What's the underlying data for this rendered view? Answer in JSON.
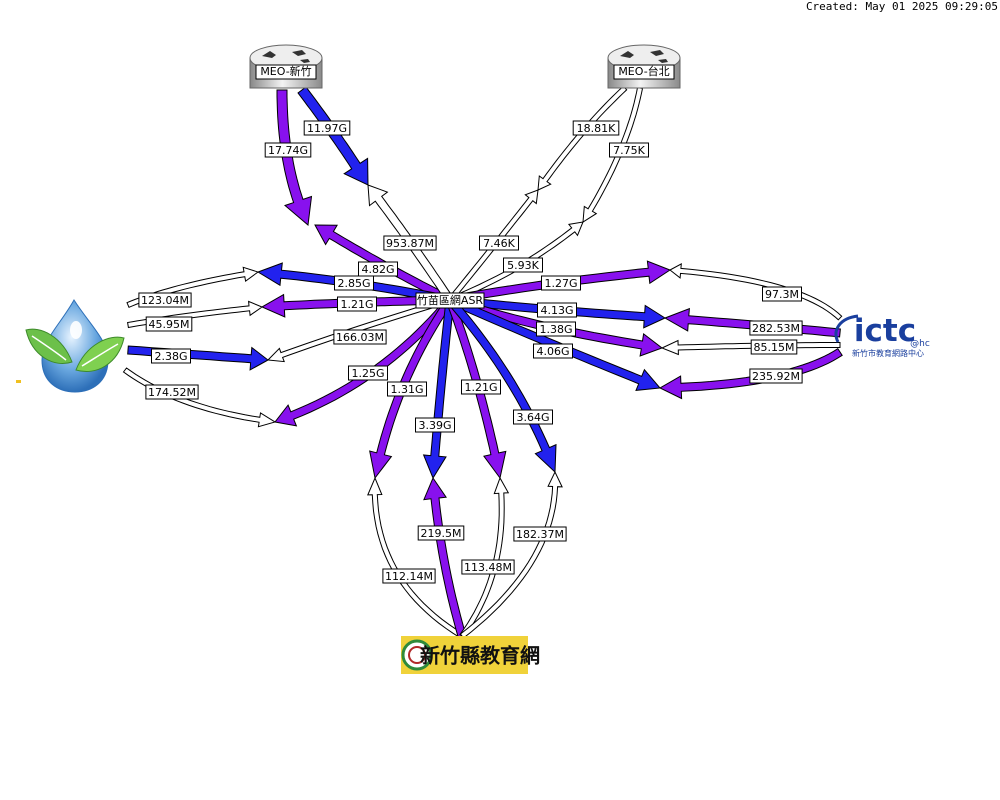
{
  "created": "Created: May 01 2025 09:29:05",
  "nodes": {
    "hub": "竹苗區網ASR",
    "meo_hsinchu": "MEO-新竹",
    "meo_taipei": "MEO-台北",
    "county_edu": "新竹縣教育網",
    "ictc_main": "ictc",
    "ictc_sup": "@hc",
    "ictc_sub": "新竹市教育網路中心"
  },
  "colors": {
    "blue": "#2222ee",
    "purple": "#8811ee",
    "white": "#ffffff",
    "outline": "#000000"
  },
  "links": [
    {
      "id": "meo-hc-in",
      "color": "purple",
      "label": "17.74G"
    },
    {
      "id": "meo-hc-out",
      "color": "blue",
      "label": "11.97G"
    },
    {
      "id": "meo-hc-hub-a",
      "color": "purple",
      "label": "4.82G"
    },
    {
      "id": "meo-hc-hub-b",
      "color": "white",
      "label": "953.87M"
    },
    {
      "id": "meo-tp-a",
      "color": "white",
      "label": "18.81K"
    },
    {
      "id": "meo-tp-b",
      "color": "white",
      "label": "7.75K"
    },
    {
      "id": "meo-tp-c",
      "color": "white",
      "label": "7.46K"
    },
    {
      "id": "meo-tp-d",
      "color": "white",
      "label": "5.93K"
    },
    {
      "id": "left-1",
      "color": "white",
      "label": "123.04M"
    },
    {
      "id": "left-1h",
      "color": "blue",
      "label": "2.85G"
    },
    {
      "id": "left-2",
      "color": "white",
      "label": "45.95M"
    },
    {
      "id": "left-2h",
      "color": "purple",
      "label": "1.21G"
    },
    {
      "id": "left-3",
      "color": "blue",
      "label": "2.38G"
    },
    {
      "id": "left-3h",
      "color": "white",
      "label": "166.03M"
    },
    {
      "id": "left-4",
      "color": "white",
      "label": "174.52M"
    },
    {
      "id": "left-4h",
      "color": "purple",
      "label": "1.25G"
    },
    {
      "id": "right-1",
      "color": "purple",
      "label": "1.27G"
    },
    {
      "id": "right-1o",
      "color": "white",
      "label": "97.3M"
    },
    {
      "id": "right-2",
      "color": "blue",
      "label": "4.13G"
    },
    {
      "id": "right-2o",
      "color": "purple",
      "label": "282.53M"
    },
    {
      "id": "right-3",
      "color": "purple",
      "label": "1.38G"
    },
    {
      "id": "right-3o",
      "color": "white",
      "label": "85.15M"
    },
    {
      "id": "right-4",
      "color": "blue",
      "label": "4.06G"
    },
    {
      "id": "right-4o",
      "color": "purple",
      "label": "235.92M"
    },
    {
      "id": "down-1",
      "color": "purple",
      "label": "1.31G"
    },
    {
      "id": "down-1o",
      "color": "white",
      "label": "112.14M"
    },
    {
      "id": "down-2",
      "color": "blue",
      "label": "3.39G"
    },
    {
      "id": "down-2o",
      "color": "purple",
      "label": "219.5M"
    },
    {
      "id": "down-3",
      "color": "purple",
      "label": "1.21G"
    },
    {
      "id": "down-3o",
      "color": "white",
      "label": "113.48M"
    },
    {
      "id": "down-4",
      "color": "blue",
      "label": "3.64G"
    },
    {
      "id": "down-4o",
      "color": "white",
      "label": "182.37M"
    }
  ]
}
